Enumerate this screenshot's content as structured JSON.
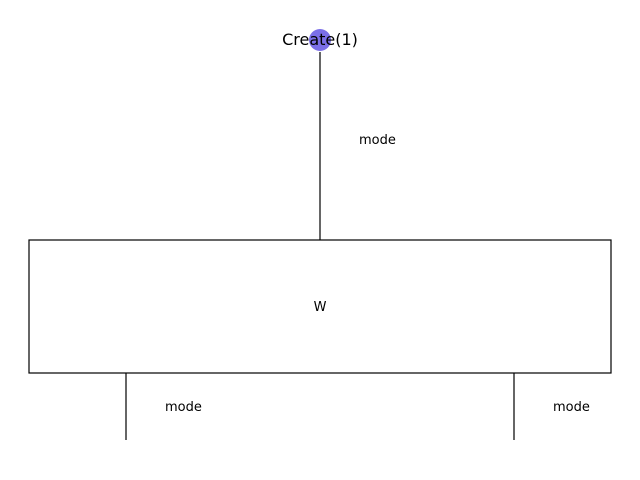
{
  "nodes": {
    "create": {
      "label": "Create(1)",
      "color": "#7b6fe8"
    },
    "w_box": {
      "label": "W"
    }
  },
  "edges": {
    "input_label": "mode",
    "output_left_label": "mode",
    "output_right_label": "mode"
  }
}
